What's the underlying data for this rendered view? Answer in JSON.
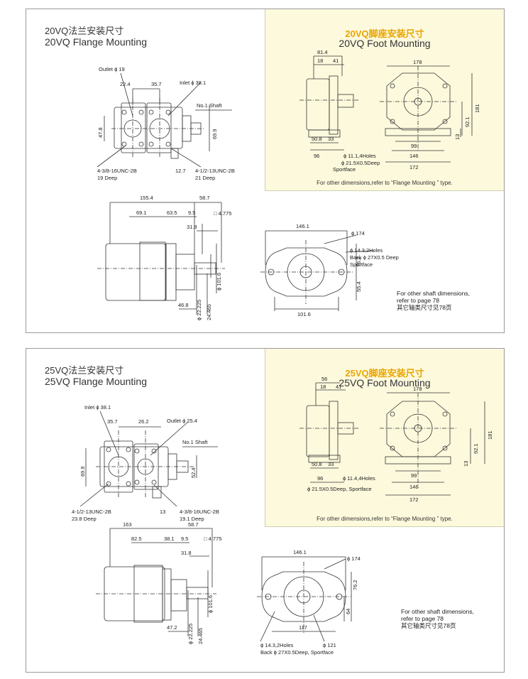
{
  "section_20vq": {
    "flange_title_cn": "20VQ法兰安装尺寸",
    "flange_title_en": "20VQ Flange Mounting",
    "foot_title_cn": "20VQ脚座安装尺寸",
    "foot_title_en": "20VQ Foot Mounting",
    "foot_note": "For other  dimensions,refer to “Flange Mounting ” type.",
    "other_shaft_1": "For other shaft dimensions,",
    "other_shaft_2": "refer to page 78",
    "other_shaft_3": "其它轴类尺寸见78页",
    "flange_labels": [
      "Outlet ϕ 19",
      "22.4",
      "35.7",
      "Inlet ϕ 38.1",
      "No.1 Shaft",
      "47.8",
      "69.9",
      "4-3/8-16UNC-2B",
      "19 Deep",
      "12.7",
      "4-1/2-13UNC-2B",
      "21 Deep"
    ],
    "side_labels": [
      "155.4",
      "58.7",
      "69.1",
      "63.5",
      "9.5",
      "□ 4.775",
      "31.8",
      "46.8",
      "ϕ 22.225",
      "24.465",
      "ϕ 101.6"
    ],
    "end_labels": [
      "146.1",
      "ϕ 174",
      "ϕ 14.3,2Holes",
      "Back ϕ 27X0.5 Deep",
      "Sportface",
      "76.2",
      "55.4",
      "101.6"
    ],
    "foot_labels": [
      "81.4",
      "18",
      "41",
      "178",
      "181",
      "92.1",
      "50.8",
      "33",
      "96",
      "ϕ 11.1,4Holes",
      "ϕ 21.5X0.5Deep",
      "Sportface",
      "99",
      "146",
      "172",
      "13"
    ]
  },
  "section_25vq": {
    "flange_title_cn": "25VQ法兰安装尺寸",
    "flange_title_en": "25VQ Flange Mounting",
    "foot_title_cn": "25VQ脚座安装尺寸",
    "foot_title_en": "25VQ Foot Mounting",
    "foot_note": "For other  dimensions,refer to  “Flange Mounting ” type.",
    "other_shaft_1": "For other shaft dimensions,",
    "other_shaft_2": "refer to page 78",
    "other_shaft_3": "其它轴类尺寸见78页",
    "flange_labels": [
      "Inlet ϕ 38.1",
      "35.7",
      "26.2",
      "Outlet ϕ 25.4",
      "No.1 Shaft",
      "69.9",
      "52.4",
      "4-1/2-13UNC-2B",
      "23.8 Deep",
      "13",
      "4-3/8-16UNC-2B",
      "19.1 Deep"
    ],
    "side_labels": [
      "163",
      "58.7",
      "82.5",
      "38.1",
      "9.5",
      "□ 4.775",
      "31.8",
      "47.2",
      "ϕ 22.225",
      "24.465",
      "ϕ 101.6"
    ],
    "end_labels": [
      "146.1",
      "ϕ 174",
      "76.2",
      "64",
      "117",
      "ϕ 121",
      "ϕ 14.3,2Holes",
      "Back ϕ 27X0.5Deep, Sportface"
    ],
    "foot_labels": [
      "56",
      "18",
      "41",
      "178",
      "181",
      "92.1",
      "50.8",
      "33",
      "96",
      "ϕ 11.4,4Holes",
      "ϕ 21.5X0.5Deep, Sportface",
      "99",
      "146",
      "172",
      "13"
    ]
  }
}
